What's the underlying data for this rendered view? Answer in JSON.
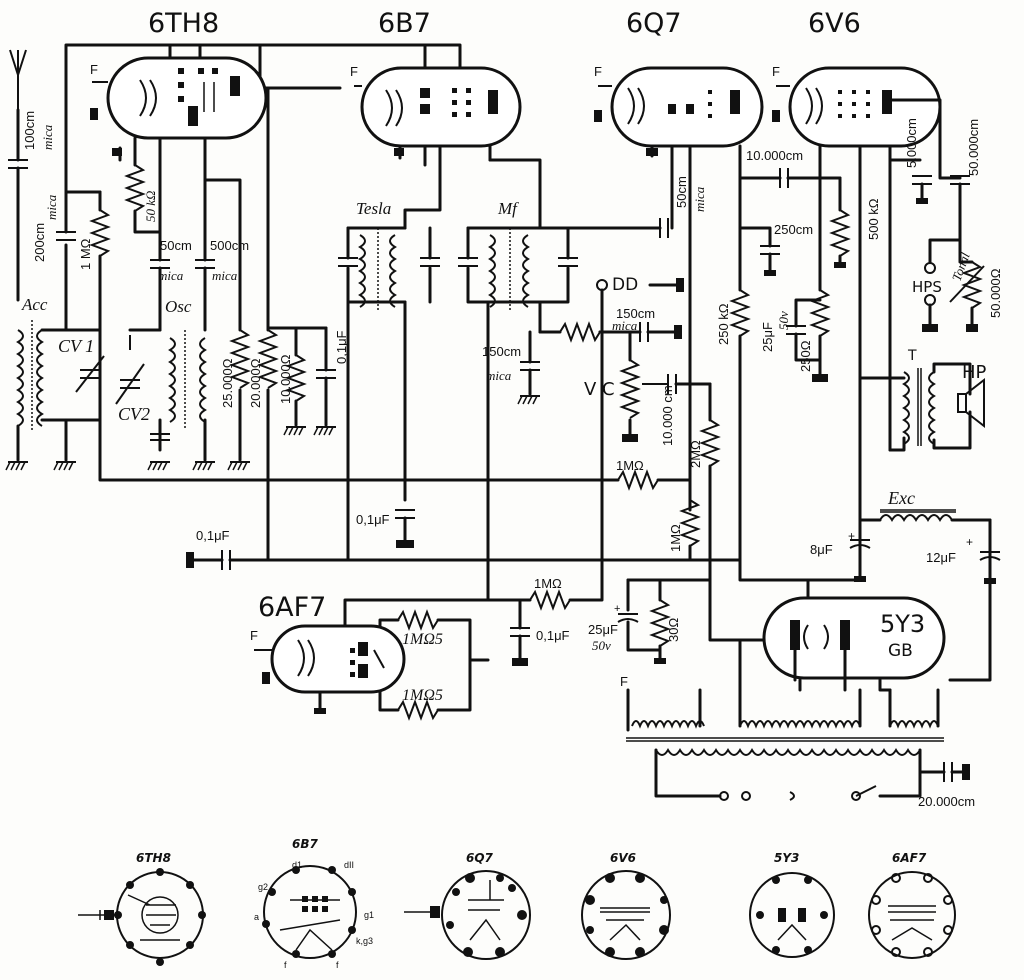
{
  "tubes": {
    "t1": "6TH8",
    "t2": "6B7",
    "t3": "6Q7",
    "t4": "6V6",
    "t5": "6AF7",
    "t6": "5Y3",
    "t6_sub": "GB"
  },
  "labels": {
    "f": "F",
    "acc": "Acc",
    "cv1": "CV 1",
    "cv2": "CV2",
    "osc": "Osc",
    "tesla": "Tesla",
    "mf": "Mf",
    "dd": "DD",
    "vc": "V C",
    "hps": "HPS",
    "tonal": "Tonal",
    "hp": "HP",
    "t": "T",
    "exc": "Exc"
  },
  "values": {
    "c_100cm": "100cm",
    "mica": "mica",
    "c_200cm": "200cm",
    "r_1M": "1 MΩ",
    "r_50k": "50 kΩ",
    "c_50cm": "50cm",
    "c_500cm": "500cm",
    "r_25k": "25.000Ω",
    "r_20k": "20.000Ω",
    "r_10k": "10.000Ω",
    "c_01uF": "0,1μF",
    "c_01uF_b": "0,1μF",
    "c_01uF_c": "0,1μF",
    "c_01uF_d": "0,1μF",
    "c_50cm_b": "50cm",
    "c_150cm": "150cm",
    "c_150cm_b": "150cm",
    "c_10000cm": "10.000cm",
    "c_10000cm_b": "10.000 cm",
    "c_250cm": "250cm",
    "r_250k": "250 kΩ",
    "r_500k": "500 kΩ",
    "c_25uF": "25μF",
    "v_50v": "50v",
    "r_250": "250Ω",
    "c_5000cm": "5.000cm",
    "c_50000cm": "50.000cm",
    "r_tonal": "50.000Ω",
    "r_2M": "2MΩ",
    "r_1M_b": "1MΩ",
    "r_1M_c": "1MΩ",
    "r_1M_d": "1MΩ",
    "c_8uF": "8μF",
    "c_12uF": "12μF",
    "c_25uF_b": "25μF",
    "v_50v_b": "50v",
    "r_30": "30Ω",
    "r_1M5_a": "1MΩ5",
    "r_1M5_b": "1MΩ5",
    "c_20000cm": "20.000cm"
  },
  "sockets": [
    "6TH8",
    "6B7",
    "6Q7",
    "6V6",
    "5Y3",
    "6AF7"
  ],
  "socket_pins_6b7": [
    "d1",
    "g2",
    "dII",
    "a",
    "g1",
    "k,g3",
    "f",
    "f"
  ]
}
